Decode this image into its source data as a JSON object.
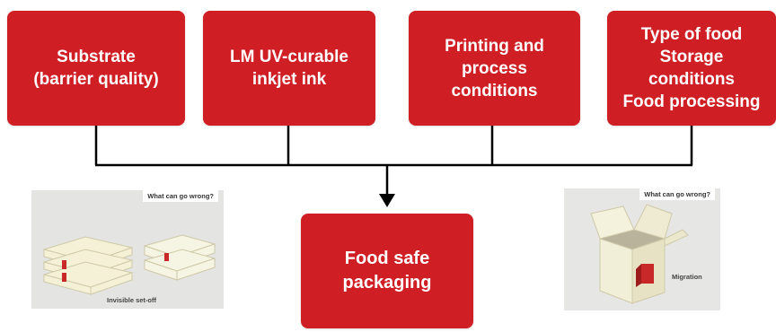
{
  "inputs": [
    {
      "id": "substrate",
      "lines": [
        "Substrate",
        "(barrier quality)"
      ]
    },
    {
      "id": "ink",
      "lines": [
        "LM UV-curable",
        "inkjet ink"
      ]
    },
    {
      "id": "print",
      "lines": [
        "Printing and",
        "process",
        "conditions"
      ]
    },
    {
      "id": "food",
      "lines": [
        "Type of food",
        "Storage",
        "conditions",
        "Food processing"
      ]
    }
  ],
  "result": {
    "lines": [
      "Food safe",
      "packaging"
    ]
  },
  "photo_left": {
    "tag": "What can go wrong?",
    "caption": "Invisible set-off"
  },
  "photo_right": {
    "tag": "What can go wrong?",
    "caption": "Migration"
  },
  "colors": {
    "box": "#d01f24",
    "connector": "#000000"
  }
}
